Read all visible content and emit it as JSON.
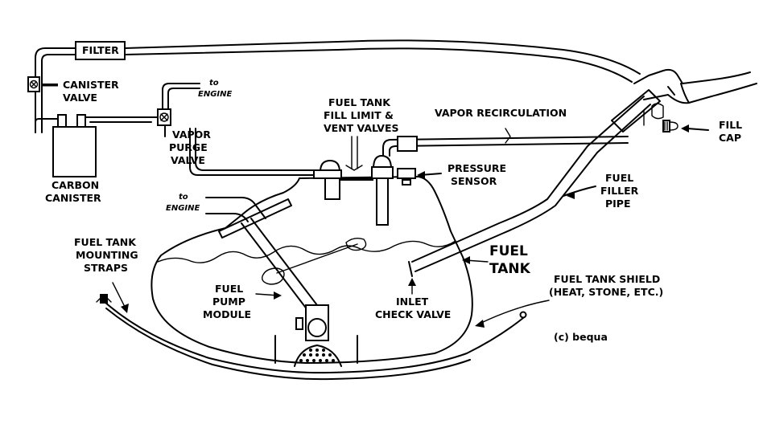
{
  "labels": {
    "filter": "FILTER",
    "canister_valve_1": "CANISTER",
    "canister_valve_2": "VALVE",
    "to_engine_top_1": "to",
    "to_engine_top_2": "ENGINE",
    "fuel_tank_valves_1": "FUEL TANK",
    "fuel_tank_valves_2": "FILL LIMIT &",
    "fuel_tank_valves_3": "VENT VALVES",
    "vapor_recirculation": "VAPOR RECIRCULATION",
    "fill_cap_1": "FILL",
    "fill_cap_2": "CAP",
    "vapor_purge_1": "VAPOR",
    "vapor_purge_2": "PURGE",
    "vapor_purge_3": "VALVE",
    "carbon_canister_1": "CARBON",
    "carbon_canister_2": "CANISTER",
    "pressure_sensor_1": "PRESSURE",
    "pressure_sensor_2": "SENSOR",
    "fuel_filler_pipe_1": "FUEL",
    "fuel_filler_pipe_2": "FILLER",
    "fuel_filler_pipe_3": "PIPE",
    "to_engine_left_1": "to",
    "to_engine_left_2": "ENGINE",
    "mounting_straps_1": "FUEL TANK",
    "mounting_straps_2": "MOUNTING",
    "mounting_straps_3": "STRAPS",
    "fuel_tank_1": "FUEL",
    "fuel_tank_2": "TANK",
    "fuel_pump_1": "FUEL",
    "fuel_pump_2": "PUMP",
    "fuel_pump_3": "MODULE",
    "inlet_check_1": "INLET",
    "inlet_check_2": "CHECK VALVE",
    "tank_shield_1": "FUEL TANK SHIELD",
    "tank_shield_2": "(HEAT, STONE, ETC.)",
    "copyright": "(c) bequa"
  }
}
